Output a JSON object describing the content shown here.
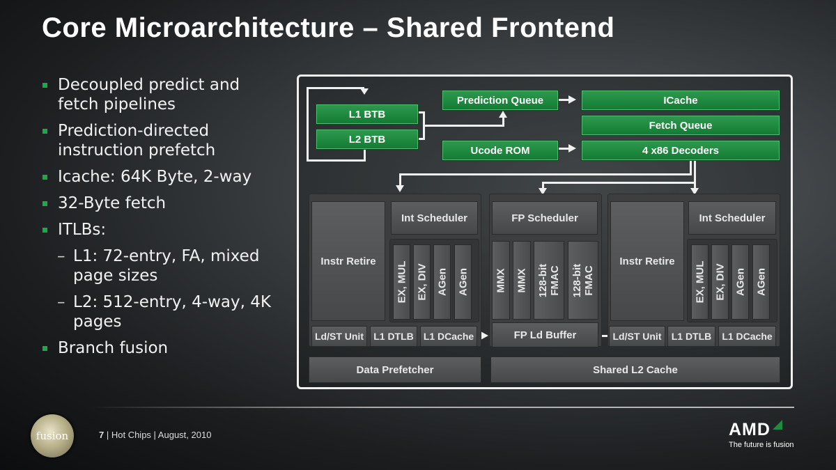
{
  "title": "Core Microarchitecture – Shared Frontend",
  "bullets": [
    "Decoupled predict and fetch pipelines",
    "Prediction-directed instruction prefetch",
    "Icache: 64K Byte, 2-way",
    "32-Byte fetch",
    "ITLBs:"
  ],
  "sub_bullets": [
    "L1: 72-entry, FA, mixed page sizes",
    "L2: 512-entry, 4-way, 4K pages"
  ],
  "last_bullet": "Branch fusion",
  "frontend": {
    "l1_btb": "L1 BTB",
    "l2_btb": "L2 BTB",
    "prediction_queue": "Prediction Queue",
    "ucode_rom": "Ucode ROM",
    "icache": "ICache",
    "fetch_queue": "Fetch Queue",
    "decoders": "4 x86 Decoders"
  },
  "int_cluster": {
    "instr_retire": "Instr Retire",
    "int_scheduler": "Int Scheduler",
    "units": [
      "EX, MUL",
      "EX, DIV",
      "AGen",
      "AGen"
    ],
    "ldst": "Ld/ST Unit",
    "dtlb": "L1 DTLB",
    "dcache": "L1 DCache"
  },
  "fp_cluster": {
    "scheduler": "FP Scheduler",
    "units": [
      "MMX",
      "MMX",
      "128-bit FMAC",
      "128-bit FMAC"
    ],
    "ld_buffer": "FP Ld Buffer"
  },
  "bottom": {
    "data_prefetcher": "Data Prefetcher",
    "shared_l2": "Shared L2 Cache"
  },
  "footer": {
    "page": "7",
    "text": "| Hot Chips | August, 2010",
    "logo_text": "fusion",
    "brand": "AMD",
    "tagline": "The future is fusion"
  },
  "colors": {
    "green": "#1e8c40",
    "bullet": "#1fa84a"
  }
}
